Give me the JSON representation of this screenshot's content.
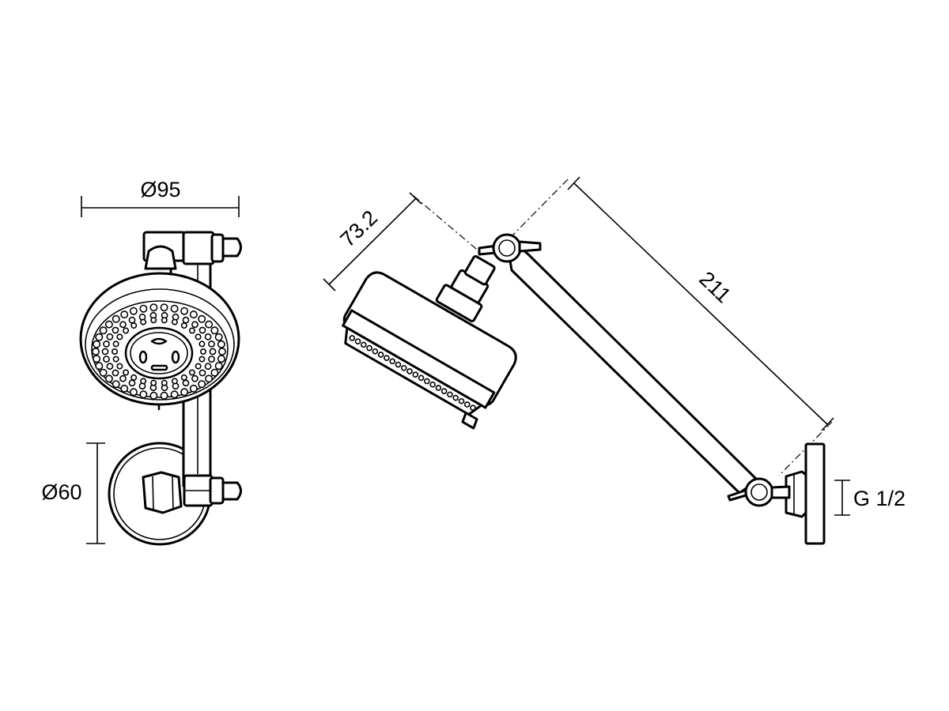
{
  "diagram": {
    "colors": {
      "line": "#000000",
      "background": "#ffffff"
    },
    "front_view": {
      "dimension_head_diameter": "Ø95",
      "dimension_flange_diameter": "Ø60"
    },
    "side_view": {
      "dimension_head_depth": "73.2",
      "dimension_arm_length": "211",
      "dimension_thread": "G 1/2"
    }
  }
}
